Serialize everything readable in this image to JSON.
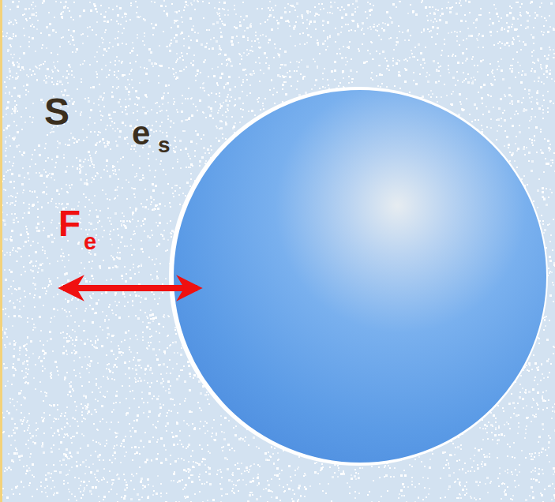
{
  "diagram": {
    "labels": [
      "S",
      "e",
      "s",
      "F",
      "e"
    ]
  }
}
